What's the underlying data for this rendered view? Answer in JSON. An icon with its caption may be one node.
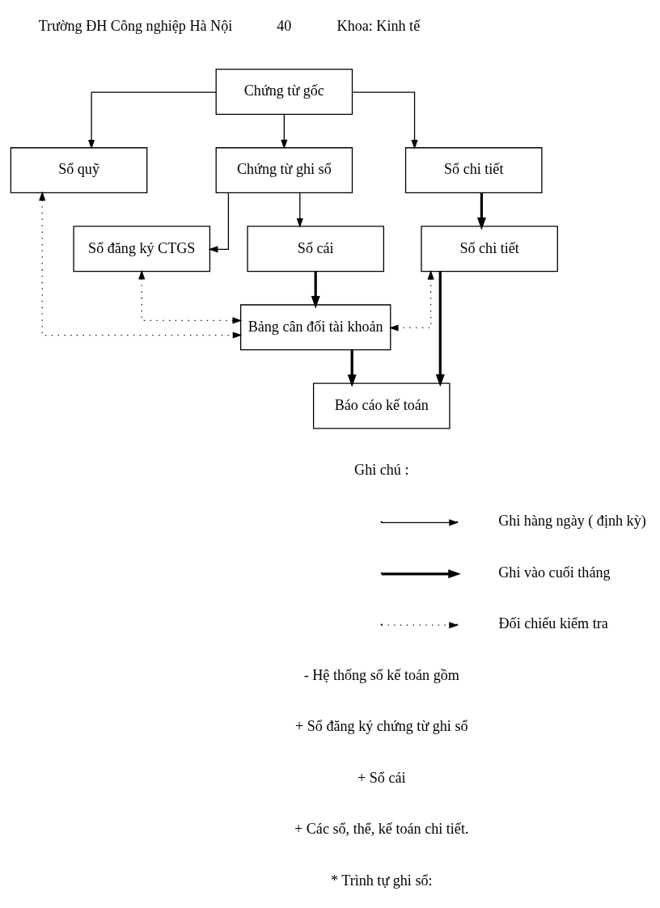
{
  "diagram": {
    "nodes": [
      {
        "text": [
          "Chứng từ gốc"
        ]
      },
      {
        "text": [
          "Sổ quỹ"
        ]
      },
      {
        "text": [
          "Chứng từ ghi sổ"
        ]
      },
      {
        "text": [
          "Sổ chi tiết"
        ]
      },
      {
        "text": [
          "Sổ đăng ký CTGS"
        ]
      },
      {
        "text": [
          "Sổ cái"
        ]
      },
      {
        "text": [
          "Sổ chi tiết"
        ]
      },
      {
        "text": [
          "Bảng cân đối tài khoản"
        ]
      },
      {
        "text": [
          "Báo cáo kế toán"
        ]
      }
    ],
    "edges": [
      {
        "from": 0,
        "to": 1,
        "arrow": "to"
      },
      {
        "from": 0,
        "to": 2,
        "arrow": "to"
      },
      {
        "from": 0,
        "to": 3,
        "arrow": "to"
      },
      {
        "from": 2,
        "to": 4,
        "arrow": "to"
      },
      {
        "from": 2,
        "to": 5,
        "arrow": "to"
      },
      {
        "from": 3,
        "to": 6,
        "arrow": "to",
        "style": "thick"
      },
      {
        "from": 5,
        "to": 7,
        "arrow": "to",
        "style": "thick"
      },
      {
        "from": 4,
        "to": 7,
        "arrow": "both",
        "style": "dashed"
      },
      {
        "from": 1,
        "to": 7,
        "arrow": "both",
        "style": "dashed"
      },
      {
        "from": 6,
        "to": 7,
        "arrow": "both",
        "style": "dashed"
      },
      {
        "from": 7,
        "to": 8,
        "arrow": "to",
        "style": "thick"
      },
      {
        "from": 6,
        "to": 8,
        "arrow": "to",
        "style": "thick"
      }
    ],
    "labels": [
      "Trường ĐH Công nghiệp Hà Nội",
      "40",
      "Khoa: Kinh tế",
      "Ghi chú :",
      "- Hệ thống sổ kế toán gồm",
      "+ Sổ đăng ký chứng từ ghi sổ",
      "+ Sổ cái",
      "+ Các sổ, thể, kế toán chi tiết.",
      "* Trình tự ghi sổ:"
    ],
    "legend": [
      {
        "text": "Ghi hàng ngày ( định kỳ)"
      },
      {
        "text": "Ghi vào cuối tháng"
      },
      {
        "text": "Đối chiếu kiểm tra"
      }
    ]
  }
}
